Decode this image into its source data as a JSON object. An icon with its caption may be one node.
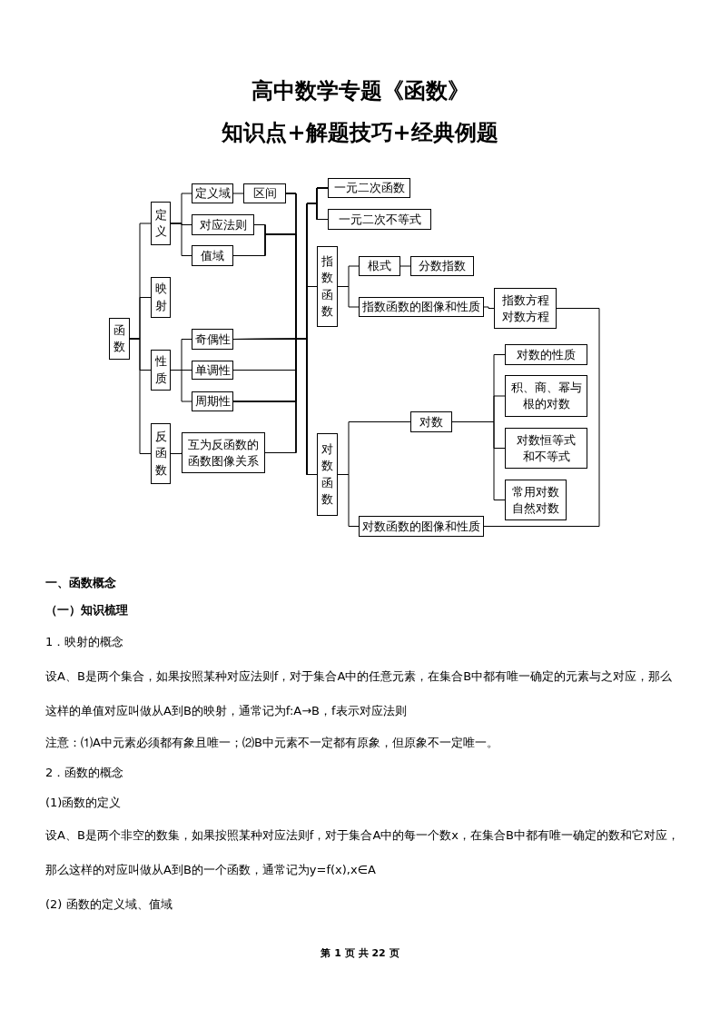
{
  "diagram": {
    "title": "高中数学专题《函数》",
    "nodes": [
      {
        "text": [
          "函数"
        ]
      },
      {
        "text": [
          "定义"
        ]
      },
      {
        "text": [
          "映射"
        ]
      },
      {
        "text": [
          "性质"
        ]
      },
      {
        "text": [
          "反函数"
        ]
      },
      {
        "text": [
          "定义域"
        ]
      },
      {
        "text": [
          "区间"
        ]
      },
      {
        "text": [
          "对应法则"
        ]
      },
      {
        "text": [
          "值域"
        ]
      },
      {
        "text": [
          "奇偶性"
        ]
      },
      {
        "text": [
          "单调性"
        ]
      },
      {
        "text": [
          "周期性"
        ]
      },
      {
        "text": [
          "互为反函数的函数图像关系"
        ]
      },
      {
        "text": [
          "一元二次函数"
        ]
      },
      {
        "text": [
          "一元二次不等式"
        ]
      },
      {
        "text": [
          "指数函数"
        ]
      },
      {
        "text": [
          "根式"
        ]
      },
      {
        "text": [
          "分数指数"
        ]
      },
      {
        "text": [
          "指数函数的图像和性质"
        ]
      },
      {
        "text": [
          "指数方程对数方程"
        ]
      },
      {
        "text": [
          "对数函数"
        ]
      },
      {
        "text": [
          "对数"
        ]
      },
      {
        "text": [
          "对数的性质"
        ]
      },
      {
        "text": [
          "积、商、幂与根的对数"
        ]
      },
      {
        "text": [
          "对数恒等式和不等式"
        ]
      },
      {
        "text": [
          "常用对数自然对数"
        ]
      },
      {
        "text": [
          "对数函数的图像和性质"
        ]
      }
    ],
    "edges": [
      {
        "from": 0,
        "to": 1,
        "arrow": "none"
      },
      {
        "from": 0,
        "to": 2,
        "arrow": "none"
      },
      {
        "from": 0,
        "to": 3,
        "arrow": "none"
      },
      {
        "from": 0,
        "to": 4,
        "arrow": "none"
      },
      {
        "from": 1,
        "to": 5,
        "arrow": "none"
      },
      {
        "from": 1,
        "to": 7,
        "arrow": "none"
      },
      {
        "from": 1,
        "to": 8,
        "arrow": "none"
      },
      {
        "from": 5,
        "to": 6,
        "arrow": "none"
      },
      {
        "from": 3,
        "to": 9,
        "arrow": "none"
      },
      {
        "from": 3,
        "to": 10,
        "arrow": "none"
      },
      {
        "from": 3,
        "to": 11,
        "arrow": "none"
      },
      {
        "from": 4,
        "to": 12,
        "arrow": "none"
      },
      {
        "from": 6,
        "to": 13,
        "arrow": "none"
      },
      {
        "from": 6,
        "to": 14,
        "arrow": "none"
      },
      {
        "from": 6,
        "to": 15,
        "arrow": "none"
      },
      {
        "from": 6,
        "to": 20,
        "arrow": "none"
      },
      {
        "from": 7,
        "to": 13,
        "arrow": "none"
      },
      {
        "from": 7,
        "to": 14,
        "arrow": "none"
      },
      {
        "from": 7,
        "to": 15,
        "arrow": "none"
      },
      {
        "from": 7,
        "to": 20,
        "arrow": "none"
      },
      {
        "from": 8,
        "to": 13,
        "arrow": "none"
      },
      {
        "from": 8,
        "to": 14,
        "arrow": "none"
      },
      {
        "from": 8,
        "to": 15,
        "arrow": "none"
      },
      {
        "from": 8,
        "to": 20,
        "arrow": "none"
      },
      {
        "from": 9,
        "to": 13,
        "arrow": "none"
      },
      {
        "from": 9,
        "to": 14,
        "arrow": "none"
      },
      {
        "from": 9,
        "to": 15,
        "arrow": "none"
      },
      {
        "from": 9,
        "to": 20,
        "arrow": "none"
      },
      {
        "from": 10,
        "to": 13,
        "arrow": "none"
      },
      {
        "from": 10,
        "to": 14,
        "arrow": "none"
      },
      {
        "from": 10,
        "to": 15,
        "arrow": "none"
      },
      {
        "from": 10,
        "to": 20,
        "arrow": "none"
      },
      {
        "from": 11,
        "to": 13,
        "arrow": "none"
      },
      {
        "from": 11,
        "to": 14,
        "arrow": "none"
      },
      {
        "from": 11,
        "to": 15,
        "arrow": "none"
      },
      {
        "from": 11,
        "to": 20,
        "arrow": "none"
      },
      {
        "from": 12,
        "to": 13,
        "arrow": "none"
      },
      {
        "from": 12,
        "to": 14,
        "arrow": "none"
      },
      {
        "from": 12,
        "to": 15,
        "arrow": "none"
      },
      {
        "from": 12,
        "to": 20,
        "arrow": "none"
      },
      {
        "from": 15,
        "to": 16,
        "arrow": "none"
      },
      {
        "from": 15,
        "to": 18,
        "arrow": "none"
      },
      {
        "from": 16,
        "to": 17,
        "arrow": "none"
      },
      {
        "from": 18,
        "to": 19,
        "arrow": "none"
      },
      {
        "from": 19,
        "to": 26,
        "arrow": "none"
      },
      {
        "from": 20,
        "to": 21,
        "arrow": "none"
      },
      {
        "from": 20,
        "to": 26,
        "arrow": "none"
      },
      {
        "from": 21,
        "to": 22,
        "arrow": "none"
      },
      {
        "from": 21,
        "to": 23,
        "arrow": "none"
      },
      {
        "from": 21,
        "to": 24,
        "arrow": "none"
      },
      {
        "from": 21,
        "to": 25,
        "arrow": "none"
      }
    ],
    "labels": [
      "知识点+解题技巧+经典例题",
      "一、函数概念",
      "（一）知识梳理",
      "1．映射的概念",
      "设A、B是两个集合，如果按照某种对应法则f，对于集合A中的任意元素，在集合B中都有唯一确定的元素与之对应，那么这样的单值对应叫做从A到B的映射，通常记为f:A→B，f表示对应法则",
      "注意：⑴A中元素必须都有象且唯一；⑵B中元素不一定都有原象，但原象不一定唯一。",
      "2．函数的概念",
      "(1)函数的定义",
      "设A、B是两个非空的数集，如果按照某种对应法则f，对于集合A中的每一个数x，在集合B中都有唯一确定的数和它对应，那么这样的对应叫做从A到B的一个函数，通常记为y=f(x),x∈A",
      "(2) 函数的定义域、值域",
      "第 1 页 共 22 页"
    ]
  }
}
